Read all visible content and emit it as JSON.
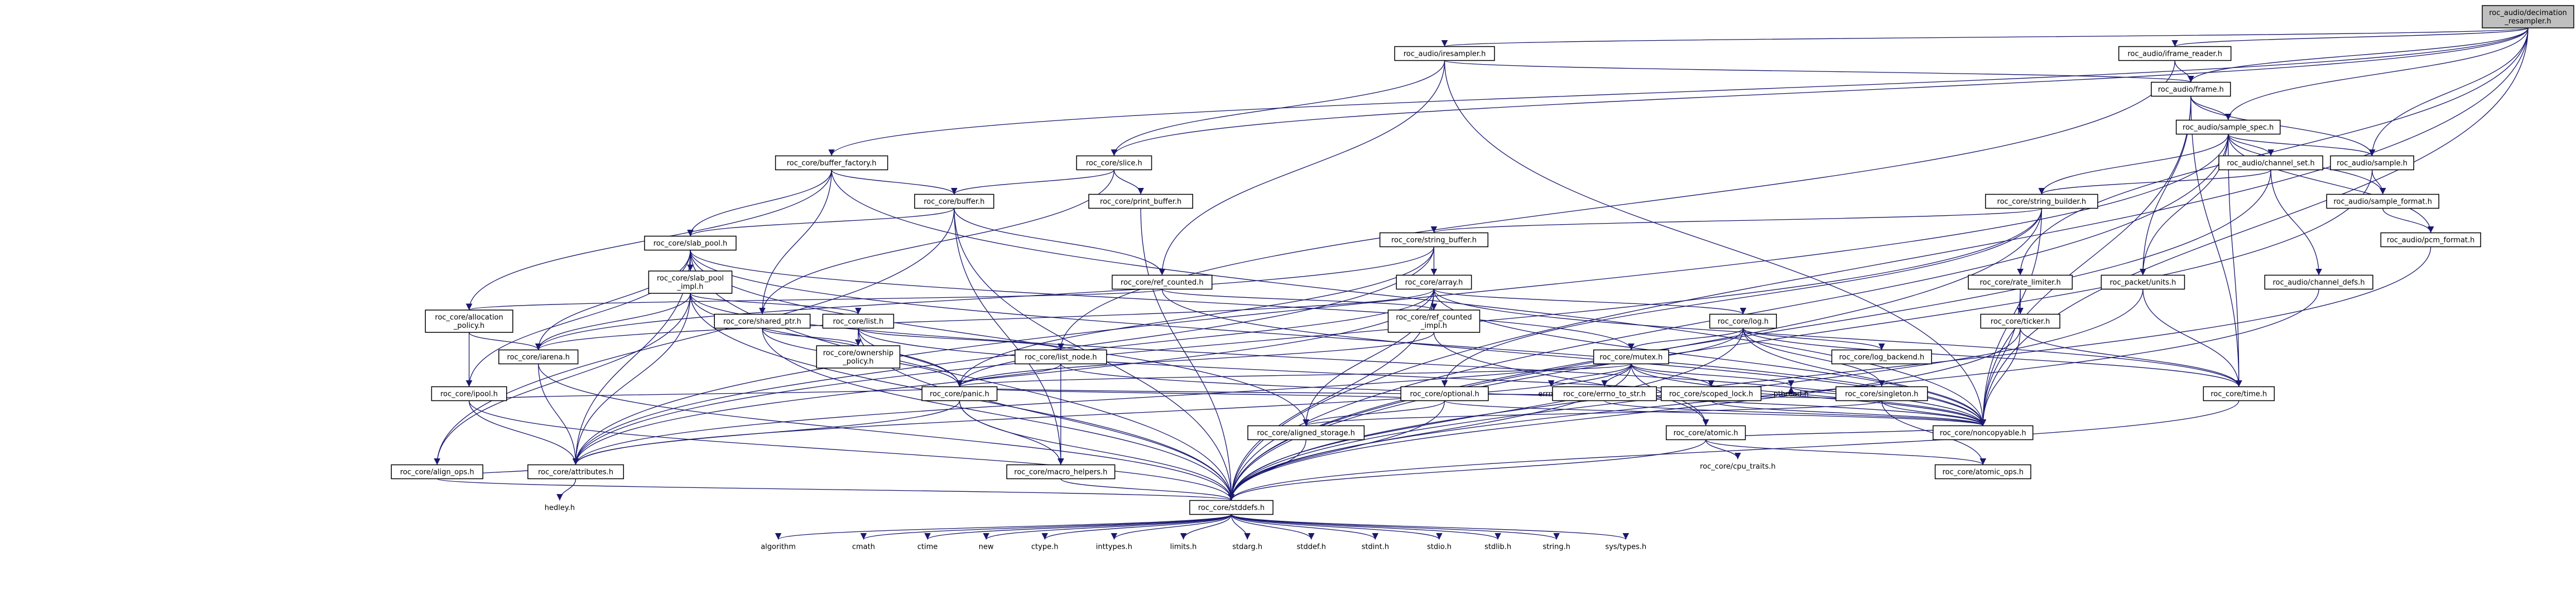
{
  "root": "roc_audio/decimation_resampler.h",
  "nodes": [
    {
      "id": "root",
      "label": "roc_audio/decimation\n_resampler.h",
      "kind": "root"
    },
    {
      "id": "resampler",
      "label": "roc_audio/iresampler.h"
    },
    {
      "id": "frame_reader",
      "label": "roc_audio/iframe_reader.h"
    },
    {
      "id": "frame",
      "label": "roc_audio/frame.h"
    },
    {
      "id": "sample_spec",
      "label": "roc_audio/sample_spec.h"
    },
    {
      "id": "buffer_factory",
      "label": "roc_core/buffer_factory.h"
    },
    {
      "id": "slice",
      "label": "roc_core/slice.h"
    },
    {
      "id": "buffer",
      "label": "roc_core/buffer.h"
    },
    {
      "id": "print_buffer",
      "label": "roc_core/print_buffer.h"
    },
    {
      "id": "slab_pool",
      "label": "roc_core/slab_pool.h"
    },
    {
      "id": "slab_pool_impl",
      "label": "roc_core/slab_pool\n_impl.h"
    },
    {
      "id": "string_buffer",
      "label": "roc_core/string_buffer.h"
    },
    {
      "id": "string_builder",
      "label": "roc_core/string_builder.h"
    },
    {
      "id": "ref_counted",
      "label": "roc_core/ref_counted.h"
    },
    {
      "id": "ref_counted_impl",
      "label": "roc_core/ref_counted\n_impl.h"
    },
    {
      "id": "array",
      "label": "roc_core/array.h"
    },
    {
      "id": "allocation_policy",
      "label": "roc_core/allocation\n_policy.h"
    },
    {
      "id": "shared_ptr",
      "label": "roc_core/shared_ptr.h"
    },
    {
      "id": "list",
      "label": "roc_core/list.h"
    },
    {
      "id": "ownership_policy",
      "label": "roc_core/ownership\n_policy.h"
    },
    {
      "id": "list_node",
      "label": "roc_core/list_node.h"
    },
    {
      "id": "optional",
      "label": "roc_core/optional.h"
    },
    {
      "id": "log",
      "label": "roc_core/log.h"
    },
    {
      "id": "log_backend",
      "label": "roc_core/log_backend.h"
    },
    {
      "id": "mutex",
      "label": "roc_core/mutex.h"
    },
    {
      "id": "errno_h",
      "label": "errno.h",
      "kind": "plain"
    },
    {
      "id": "errno_to_str",
      "label": "roc_core/errno_to_str.h"
    },
    {
      "id": "scoped_lock",
      "label": "roc_core/scoped_lock.h"
    },
    {
      "id": "pthread",
      "label": "pthread.h",
      "kind": "plain"
    },
    {
      "id": "singleton",
      "label": "roc_core/singleton.h"
    },
    {
      "id": "atomic",
      "label": "roc_core/atomic.h"
    },
    {
      "id": "cpu_traits",
      "label": "roc_core/cpu_traits.h",
      "kind": "plain"
    },
    {
      "id": "atomic_ops",
      "label": "roc_core/atomic_ops.h"
    },
    {
      "id": "iarena",
      "label": "roc_core/iarena.h"
    },
    {
      "id": "ipool",
      "label": "roc_core/ipool.h"
    },
    {
      "id": "panic",
      "label": "roc_core/panic.h"
    },
    {
      "id": "aligned_storage",
      "label": "roc_core/aligned_storage.h"
    },
    {
      "id": "align_ops",
      "label": "roc_core/align_ops.h"
    },
    {
      "id": "attributes",
      "label": "roc_core/attributes.h"
    },
    {
      "id": "hedley",
      "label": "hedley.h",
      "kind": "plain"
    },
    {
      "id": "macro_helpers",
      "label": "roc_core/macro_helpers.h"
    },
    {
      "id": "noncopyable",
      "label": "roc_core/noncopyable.h"
    },
    {
      "id": "stddefs",
      "label": "roc_core/stddefs.h"
    },
    {
      "id": "rate_limiter",
      "label": "roc_core/rate_limiter.h"
    },
    {
      "id": "ticker",
      "label": "roc_core/ticker.h"
    },
    {
      "id": "time",
      "label": "roc_core/time.h"
    },
    {
      "id": "units",
      "label": "roc_packet/units.h"
    },
    {
      "id": "channel_set",
      "label": "roc_audio/channel_set.h"
    },
    {
      "id": "channel_defs",
      "label": "roc_audio/channel_defs.h"
    },
    {
      "id": "sample",
      "label": "roc_audio/sample.h"
    },
    {
      "id": "sample_format",
      "label": "roc_audio/sample_format.h"
    },
    {
      "id": "pcm_format",
      "label": "roc_audio/pcm_format.h"
    },
    {
      "id": "algorithm",
      "label": "algorithm",
      "kind": "plain"
    },
    {
      "id": "cmath",
      "label": "cmath",
      "kind": "plain"
    },
    {
      "id": "ctime",
      "label": "ctime",
      "kind": "plain"
    },
    {
      "id": "new",
      "label": "new",
      "kind": "plain"
    },
    {
      "id": "ctype",
      "label": "ctype.h",
      "kind": "plain"
    },
    {
      "id": "inttypes",
      "label": "inttypes.h",
      "kind": "plain"
    },
    {
      "id": "limits",
      "label": "limits.h",
      "kind": "plain"
    },
    {
      "id": "stdarg",
      "label": "stdarg.h",
      "kind": "plain"
    },
    {
      "id": "stddef",
      "label": "stddef.h",
      "kind": "plain"
    },
    {
      "id": "stdint",
      "label": "stdint.h",
      "kind": "plain"
    },
    {
      "id": "stdio",
      "label": "stdio.h",
      "kind": "plain"
    },
    {
      "id": "stdlib",
      "label": "stdlib.h",
      "kind": "plain"
    },
    {
      "id": "string_h",
      "label": "string.h",
      "kind": "plain"
    },
    {
      "id": "systypes",
      "label": "sys/types.h",
      "kind": "plain"
    }
  ],
  "edges": [
    [
      "root",
      "resampler"
    ],
    [
      "root",
      "frame_reader"
    ],
    [
      "root",
      "frame"
    ],
    [
      "root",
      "sample_spec"
    ],
    [
      "root",
      "buffer_factory"
    ],
    [
      "root",
      "slice"
    ],
    [
      "root",
      "rate_limiter"
    ],
    [
      "root",
      "noncopyable"
    ],
    [
      "root",
      "sample"
    ],
    [
      "root",
      "stddefs"
    ],
    [
      "resampler",
      "frame"
    ],
    [
      "resampler",
      "slice"
    ],
    [
      "resampler",
      "noncopyable"
    ],
    [
      "resampler",
      "ref_counted"
    ],
    [
      "frame_reader",
      "frame"
    ],
    [
      "frame_reader",
      "list_node"
    ],
    [
      "frame",
      "sample_spec"
    ],
    [
      "frame",
      "sample"
    ],
    [
      "frame",
      "units"
    ],
    [
      "frame",
      "time"
    ],
    [
      "frame",
      "noncopyable"
    ],
    [
      "sample_spec",
      "channel_set"
    ],
    [
      "sample_spec",
      "pcm_format"
    ],
    [
      "sample_spec",
      "sample_format"
    ],
    [
      "sample_spec",
      "sample"
    ],
    [
      "sample_spec",
      "string_builder"
    ],
    [
      "sample_spec",
      "time"
    ],
    [
      "sample_spec",
      "units"
    ],
    [
      "sample_spec",
      "attributes"
    ],
    [
      "sample_spec",
      "stddefs"
    ],
    [
      "buffer_factory",
      "buffer"
    ],
    [
      "buffer_factory",
      "slab_pool"
    ],
    [
      "buffer_factory",
      "shared_ptr"
    ],
    [
      "buffer_factory",
      "allocation_policy"
    ],
    [
      "buffer_factory",
      "noncopyable"
    ],
    [
      "slice",
      "buffer"
    ],
    [
      "slice",
      "print_buffer"
    ],
    [
      "slice",
      "shared_ptr"
    ],
    [
      "buffer",
      "slab_pool"
    ],
    [
      "buffer",
      "ref_counted"
    ],
    [
      "buffer",
      "align_ops"
    ],
    [
      "buffer",
      "macro_helpers"
    ],
    [
      "buffer",
      "stddefs"
    ],
    [
      "print_buffer",
      "stddefs"
    ],
    [
      "slab_pool",
      "slab_pool_impl"
    ],
    [
      "slab_pool",
      "iarena"
    ],
    [
      "slab_pool",
      "ipool"
    ],
    [
      "slab_pool",
      "aligned_storage"
    ],
    [
      "slab_pool",
      "attributes"
    ],
    [
      "slab_pool",
      "mutex"
    ],
    [
      "slab_pool",
      "noncopyable"
    ],
    [
      "slab_pool",
      "stddefs"
    ],
    [
      "slab_pool_impl",
      "list"
    ],
    [
      "slab_pool_impl",
      "iarena"
    ],
    [
      "slab_pool_impl",
      "align_ops"
    ],
    [
      "slab_pool_impl",
      "attributes"
    ],
    [
      "slab_pool_impl",
      "noncopyable"
    ],
    [
      "slab_pool_impl",
      "panic"
    ],
    [
      "slab_pool_impl",
      "stddefs"
    ],
    [
      "string_buffer",
      "array"
    ],
    [
      "string_buffer",
      "iarena"
    ],
    [
      "string_buffer",
      "attributes"
    ],
    [
      "string_buffer",
      "panic"
    ],
    [
      "string_builder",
      "string_buffer"
    ],
    [
      "string_builder",
      "noncopyable"
    ],
    [
      "string_builder",
      "attributes"
    ],
    [
      "string_builder",
      "stddefs"
    ],
    [
      "string_builder",
      "optional"
    ],
    [
      "ref_counted",
      "ref_counted_impl"
    ],
    [
      "ref_counted",
      "allocation_policy"
    ],
    [
      "ref_counted",
      "noncopyable"
    ],
    [
      "ref_counted_impl",
      "atomic"
    ],
    [
      "ref_counted_impl",
      "panic"
    ],
    [
      "array",
      "iarena"
    ],
    [
      "array",
      "log"
    ],
    [
      "array",
      "aligned_storage"
    ],
    [
      "array",
      "panic"
    ],
    [
      "array",
      "noncopyable"
    ],
    [
      "array",
      "attributes"
    ],
    [
      "array",
      "stddefs"
    ],
    [
      "array",
      "time"
    ],
    [
      "allocation_policy",
      "iarena"
    ],
    [
      "allocation_policy",
      "ipool"
    ],
    [
      "shared_ptr",
      "ownership_policy"
    ],
    [
      "shared_ptr",
      "panic"
    ],
    [
      "shared_ptr",
      "stddefs"
    ],
    [
      "list",
      "list_node"
    ],
    [
      "list",
      "ownership_policy"
    ],
    [
      "list",
      "panic"
    ],
    [
      "list",
      "noncopyable"
    ],
    [
      "list",
      "stddefs"
    ],
    [
      "list_node",
      "panic"
    ],
    [
      "list_node",
      "macro_helpers"
    ],
    [
      "list_node",
      "noncopyable"
    ],
    [
      "optional",
      "aligned_storage"
    ],
    [
      "optional",
      "panic"
    ],
    [
      "optional",
      "noncopyable"
    ],
    [
      "optional",
      "stddefs"
    ],
    [
      "log",
      "log_backend"
    ],
    [
      "log",
      "mutex"
    ],
    [
      "log",
      "singleton"
    ],
    [
      "log",
      "attributes"
    ],
    [
      "log",
      "time"
    ],
    [
      "log",
      "noncopyable"
    ],
    [
      "log",
      "stddefs"
    ],
    [
      "mutex",
      "errno_h"
    ],
    [
      "mutex",
      "errno_to_str"
    ],
    [
      "mutex",
      "scoped_lock"
    ],
    [
      "mutex",
      "pthread"
    ],
    [
      "mutex",
      "atomic"
    ],
    [
      "mutex",
      "attributes"
    ],
    [
      "mutex",
      "noncopyable"
    ],
    [
      "mutex",
      "panic"
    ],
    [
      "mutex",
      "stddefs"
    ],
    [
      "errno_to_str",
      "noncopyable"
    ],
    [
      "scoped_lock",
      "noncopyable"
    ],
    [
      "singleton",
      "pthread"
    ],
    [
      "singleton",
      "aligned_storage"
    ],
    [
      "singleton",
      "atomic_ops"
    ],
    [
      "singleton",
      "noncopyable"
    ],
    [
      "singleton",
      "panic"
    ],
    [
      "atomic",
      "atomic_ops"
    ],
    [
      "atomic",
      "cpu_traits"
    ],
    [
      "atomic",
      "noncopyable"
    ],
    [
      "atomic",
      "stddefs"
    ],
    [
      "iarena",
      "attributes"
    ],
    [
      "iarena",
      "stddefs"
    ],
    [
      "ipool",
      "attributes"
    ],
    [
      "ipool",
      "stddefs"
    ],
    [
      "ipool",
      "panic"
    ],
    [
      "panic",
      "attributes"
    ],
    [
      "panic",
      "macro_helpers"
    ],
    [
      "panic",
      "stddefs"
    ],
    [
      "aligned_storage",
      "stddefs"
    ],
    [
      "align_ops",
      "attributes"
    ],
    [
      "align_ops",
      "stddefs"
    ],
    [
      "attributes",
      "hedley"
    ],
    [
      "macro_helpers",
      "stddefs"
    ],
    [
      "rate_limiter",
      "ticker"
    ],
    [
      "rate_limiter",
      "noncopyable"
    ],
    [
      "ticker",
      "time"
    ],
    [
      "ticker",
      "noncopyable"
    ],
    [
      "ticker",
      "stddefs"
    ],
    [
      "time",
      "stddefs"
    ],
    [
      "units",
      "time"
    ],
    [
      "units",
      "stddefs"
    ],
    [
      "channel_set",
      "channel_defs"
    ],
    [
      "channel_set",
      "string_builder"
    ],
    [
      "channel_set",
      "stddefs"
    ],
    [
      "channel_defs",
      "stddefs"
    ],
    [
      "sample",
      "sample_format"
    ],
    [
      "sample",
      "stddefs"
    ],
    [
      "sample_format",
      "pcm_format"
    ],
    [
      "pcm_format",
      "stddefs"
    ],
    [
      "stddefs",
      "algorithm"
    ],
    [
      "stddefs",
      "cmath"
    ],
    [
      "stddefs",
      "ctime"
    ],
    [
      "stddefs",
      "new"
    ],
    [
      "stddefs",
      "ctype"
    ],
    [
      "stddefs",
      "inttypes"
    ],
    [
      "stddefs",
      "limits"
    ],
    [
      "stddefs",
      "stdarg"
    ],
    [
      "stddefs",
      "stddef"
    ],
    [
      "stddefs",
      "stdint"
    ],
    [
      "stddefs",
      "stdio"
    ],
    [
      "stddefs",
      "stdlib"
    ],
    [
      "stddefs",
      "string_h"
    ],
    [
      "stddefs",
      "systypes"
    ]
  ]
}
